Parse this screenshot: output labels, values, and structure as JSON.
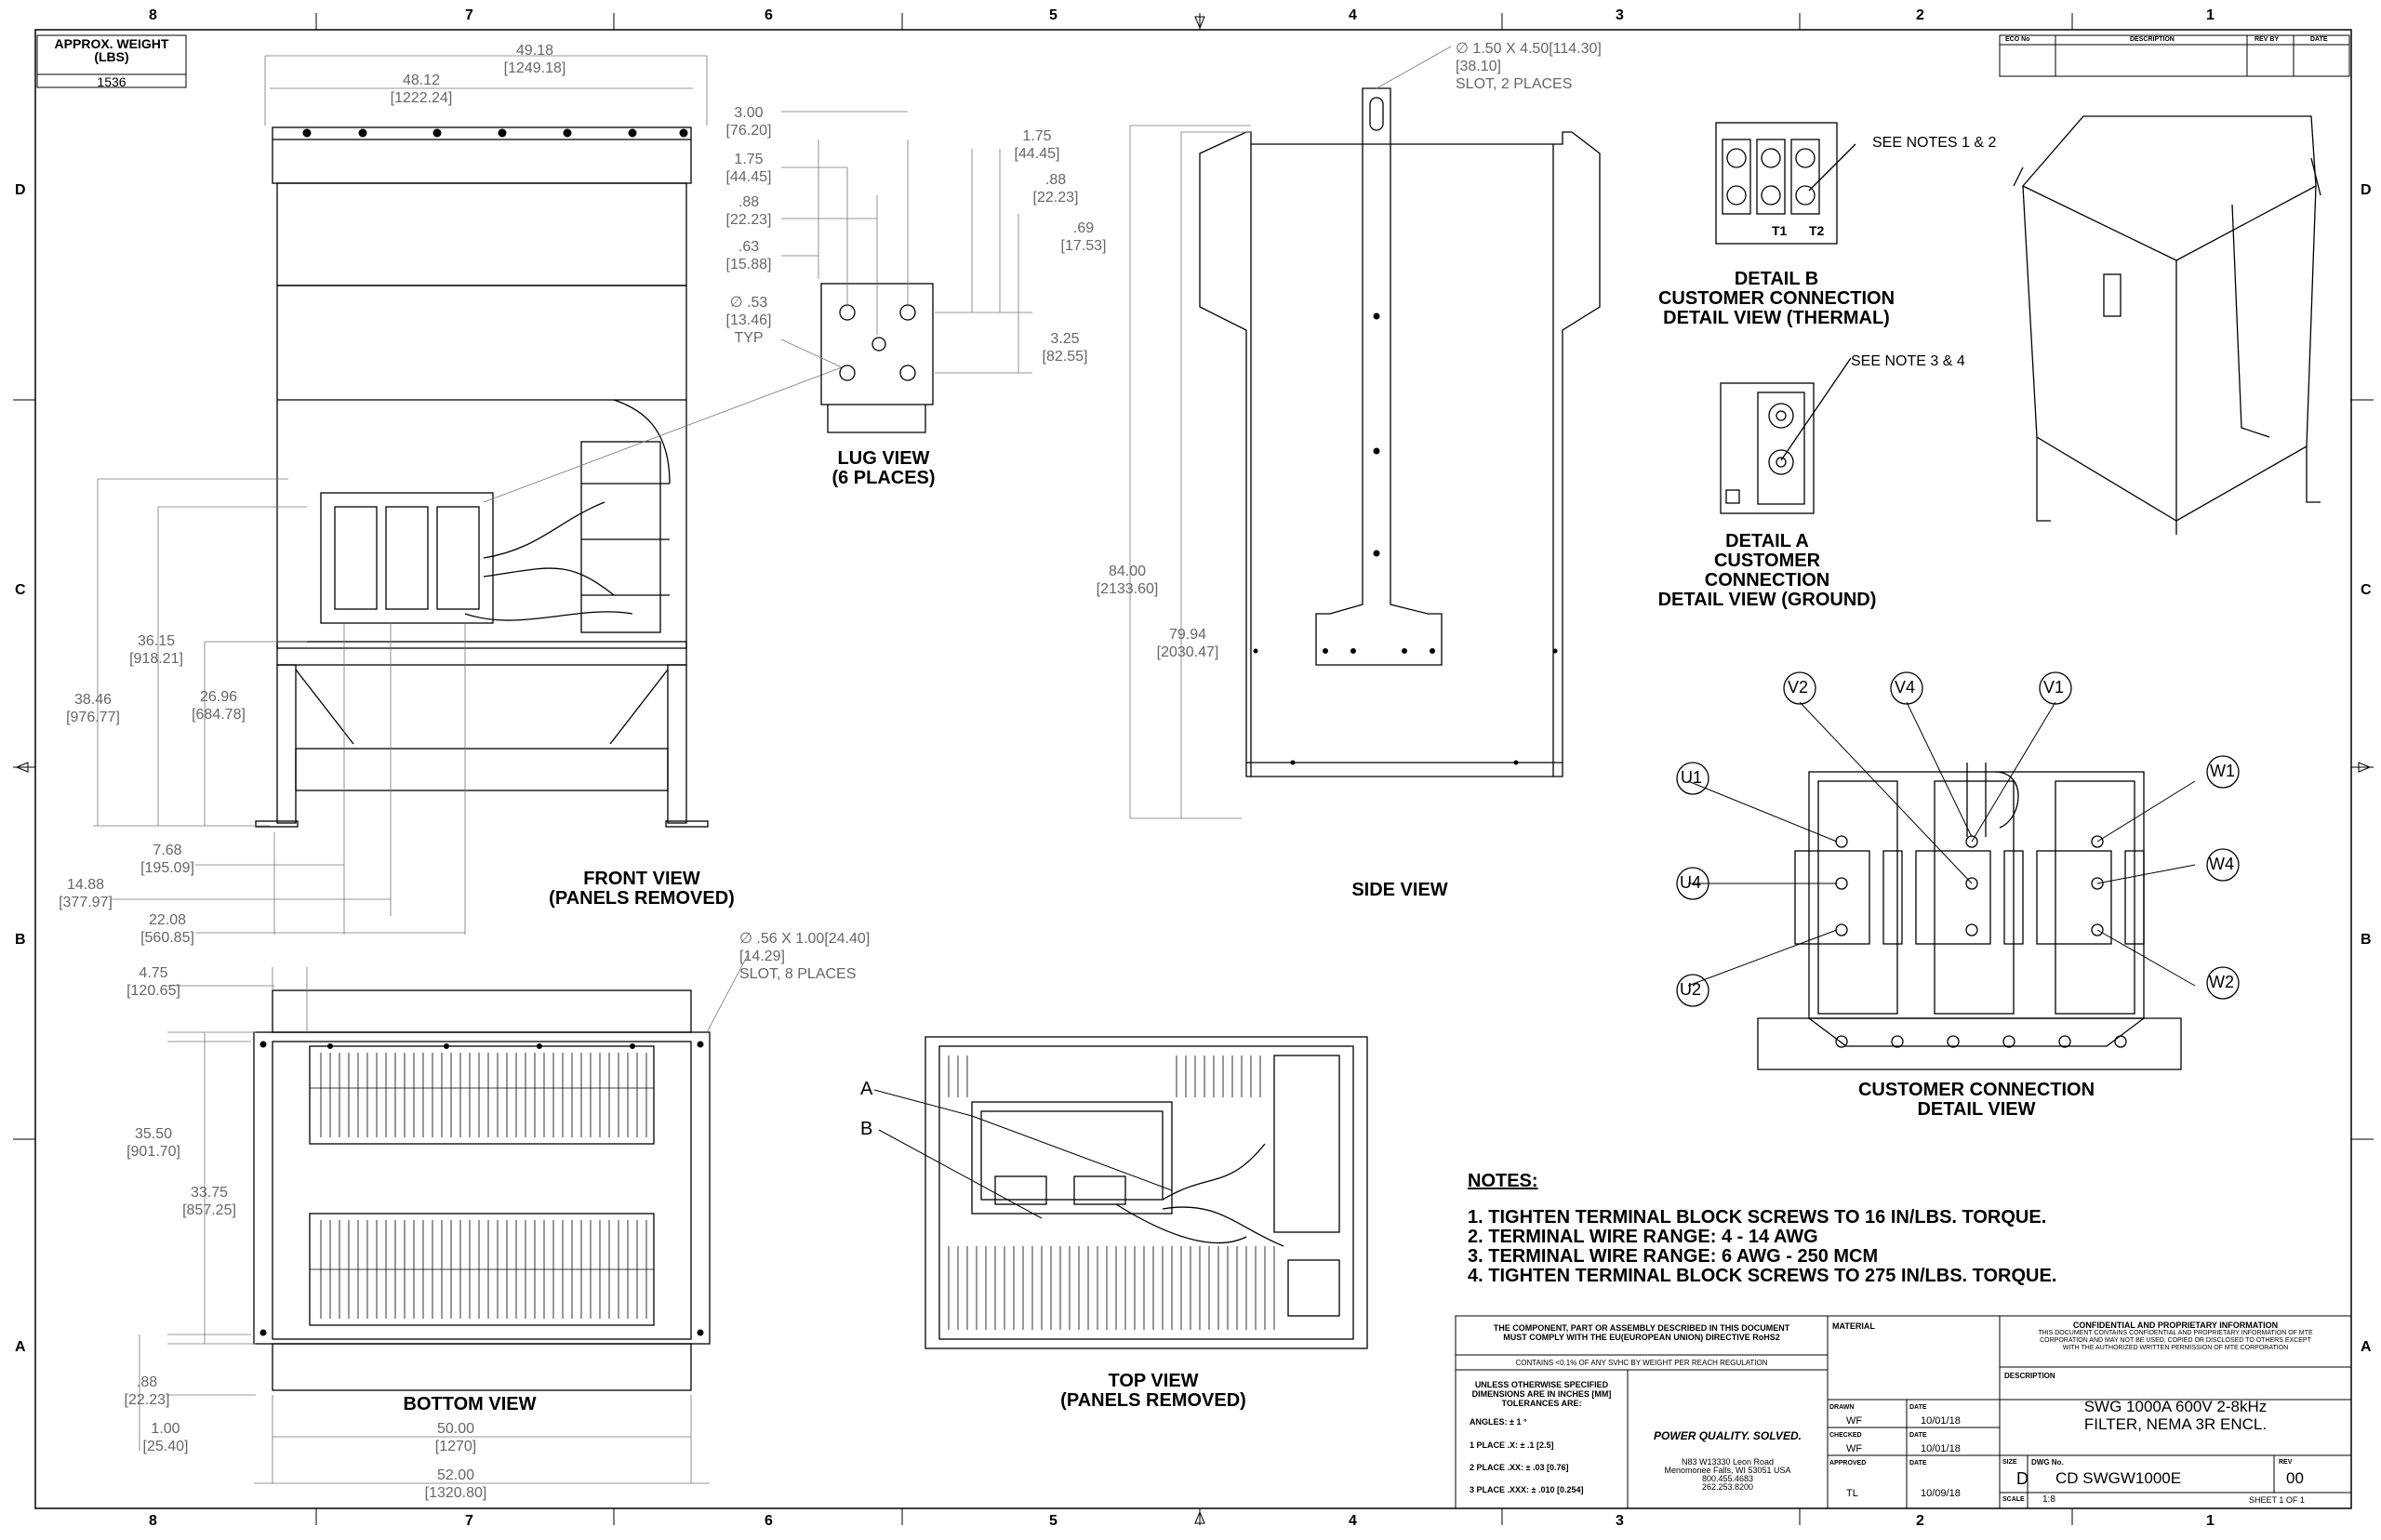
{
  "zones": {
    "top": [
      "8",
      "7",
      "6",
      "5",
      "4",
      "3",
      "2",
      "1"
    ],
    "side": [
      "D",
      "C",
      "B",
      "A"
    ]
  },
  "weight": {
    "label1": "APPROX. WEIGHT",
    "label2": "(LBS)",
    "value": "1536"
  },
  "revision_table": {
    "eco": "ECO No",
    "description": "DESCRIPTION",
    "revby": "REV BY",
    "date": "DATE"
  },
  "views": {
    "front": "FRONT VIEW",
    "front_sub": "(PANELS REMOVED)",
    "side": "SIDE VIEW",
    "lug": "LUG VIEW",
    "lug_sub": "(6 PLACES)",
    "bottom": "BOTTOM VIEW",
    "top": "TOP VIEW",
    "top_sub": "(PANELS REMOVED)",
    "detail_b1": "DETAIL B",
    "detail_b2": "CUSTOMER CONNECTION",
    "detail_b3": "DETAIL VIEW (THERMAL)",
    "detail_a1": "DETAIL A",
    "detail_a2": "CUSTOMER",
    "detail_a3": "CONNECTION",
    "detail_a4": "DETAIL VIEW (GROUND)",
    "cc1": "CUSTOMER CONNECTION",
    "cc2": "DETAIL VIEW"
  },
  "dims": {
    "d49": "49.18",
    "d49m": "[1249.18]",
    "d48": "48.12",
    "d48m": "[1222.24]",
    "d36": "36.15",
    "d36m": "[918.21]",
    "d38": "38.46",
    "d38m": "[976.77]",
    "d26": "26.96",
    "d26m": "[684.78]",
    "d7": "7.68",
    "d7m": "[195.09]",
    "d14": "14.88",
    "d14m": "[377.97]",
    "d22": "22.08",
    "d22m": "[560.85]",
    "l300": "3.00",
    "l300m": "[76.20]",
    "l175": "1.75",
    "l175m": "[44.45]",
    "l88": ".88",
    "l88m": "[22.23]",
    "l63": ".63",
    "l63m": "[15.88]",
    "l53": "∅ .53",
    "l53m": "[13.46]",
    "typ": "TYP",
    "r175": "1.75",
    "r175m": "[44.45]",
    "r88": ".88",
    "r88m": "[22.23]",
    "r69": ".69",
    "r69m": "[17.53]",
    "r325": "3.25",
    "r325m": "[82.55]",
    "slot1": "∅ 1.50 X 4.50[114.30]",
    "slot1m": "[38.10]",
    "slot1n": "SLOT, 2 PLACES",
    "d84": "84.00",
    "d84m": "[2133.60]",
    "d79": "79.94",
    "d79m": "[2030.47]",
    "d56": "∅ .56  X 1.00[24.40]",
    "d56m": "[14.29]",
    "d56n": "SLOT, 8 PLACES",
    "d475": "4.75",
    "d475m": "[120.65]",
    "d355": "35.50",
    "d355m": "[901.70]",
    "d3375": "33.75",
    "d3375m": "[857.25]",
    "b88": ".88",
    "b88m": "[22.23]",
    "b100": "1.00",
    "b100m": "[25.40]",
    "b50": "50.00",
    "b50m": "[1270]",
    "b52": "52.00",
    "b52m": "[1320.80]"
  },
  "callouts": {
    "notes12": "SEE NOTES 1 & 2",
    "notes34": "SEE NOTE 3 & 4",
    "t1": "T1",
    "t2": "T2",
    "a": "A",
    "b": "B"
  },
  "terminals": [
    "V2",
    "V4",
    "V1",
    "U1",
    "W1",
    "U4",
    "W4",
    "U2",
    "W2"
  ],
  "notes": {
    "heading": "NOTES:",
    "items": [
      "1.  TIGHTEN TERMINAL BLOCK SCREWS TO 16 IN/LBS. TORQUE.",
      "2.  TERMINAL WIRE RANGE: 4 - 14 AWG",
      "3.  TERMINAL WIRE RANGE: 6 AWG - 250 MCM",
      "4.  TIGHTEN TERMINAL BLOCK SCREWS TO 275 IN/LBS. TORQUE."
    ]
  },
  "title_block": {
    "rohs1": "THE COMPONENT, PART OR ASSEMBLY DESCRIBED IN THIS DOCUMENT",
    "rohs2": "MUST COMPLY WITH THE EU(EUROPEAN UNION) DIRECTIVE RoHS2",
    "reach": "CONTAINS <0.1% OF ANY SVHC BY WEIGHT PER REACH REGULATION",
    "tol1": "UNLESS OTHERWISE SPECIFIED",
    "tol2": "DIMENSIONS ARE IN INCHES [MM]",
    "tol3": "TOLERANCES ARE:",
    "angles": "ANGLES: ± 1 °",
    "p1": "1 PLACE .X: ± .1 [2.5]",
    "p2": "2 PLACE .XX: ± .03 [0.76]",
    "p3": "3 PLACE .XXX: ± .010 [0.254]",
    "slogan": "POWER QUALITY. SOLVED.",
    "addr1": "N83 W13330 Leon Road",
    "addr2": "Menomonee Falls, WI 53051 USA",
    "addr3": "800.455.4683",
    "addr4": "262.253.8200",
    "material": "MATERIAL",
    "drawn": "DRAWN",
    "drawn_by": "WF",
    "drawn_date": "10/01/18",
    "checked": "CHECKED",
    "checked_by": "WF",
    "checked_date": "10/01/18",
    "approved": "APPROVED",
    "approved_by": "TL",
    "approved_date": "10/09/18",
    "date": "DATE",
    "conf1": "CONFIDENTIAL AND PROPRIETARY INFORMATION",
    "conf2": "THIS DOCUMENT CONTAINS CONFIDENTIAL AND PROPRIETARY INFORMATION OF MTE",
    "conf3": "CORPORATION AND MAY NOT BE USED, COPIED OR DISCLOSED TO OTHERS EXCEPT",
    "conf4": "WITH THE AUTHORIZED WRITTEN PERMISSION OF MTE CORPORATION",
    "desc_label": "DESCRIPTION",
    "desc1": "SWG 1000A 600V 2-8kHz",
    "desc2": "FILTER, NEMA 3R ENCL.",
    "size_label": "SIZE",
    "size": "D",
    "dwg_label": "DWG No.",
    "dwg": "CD SWGW1000E",
    "rev_label": "REV",
    "rev": "00",
    "scale_label": "SCALE",
    "scale": "1:8",
    "sheet": "SHEET 1  OF 1"
  }
}
